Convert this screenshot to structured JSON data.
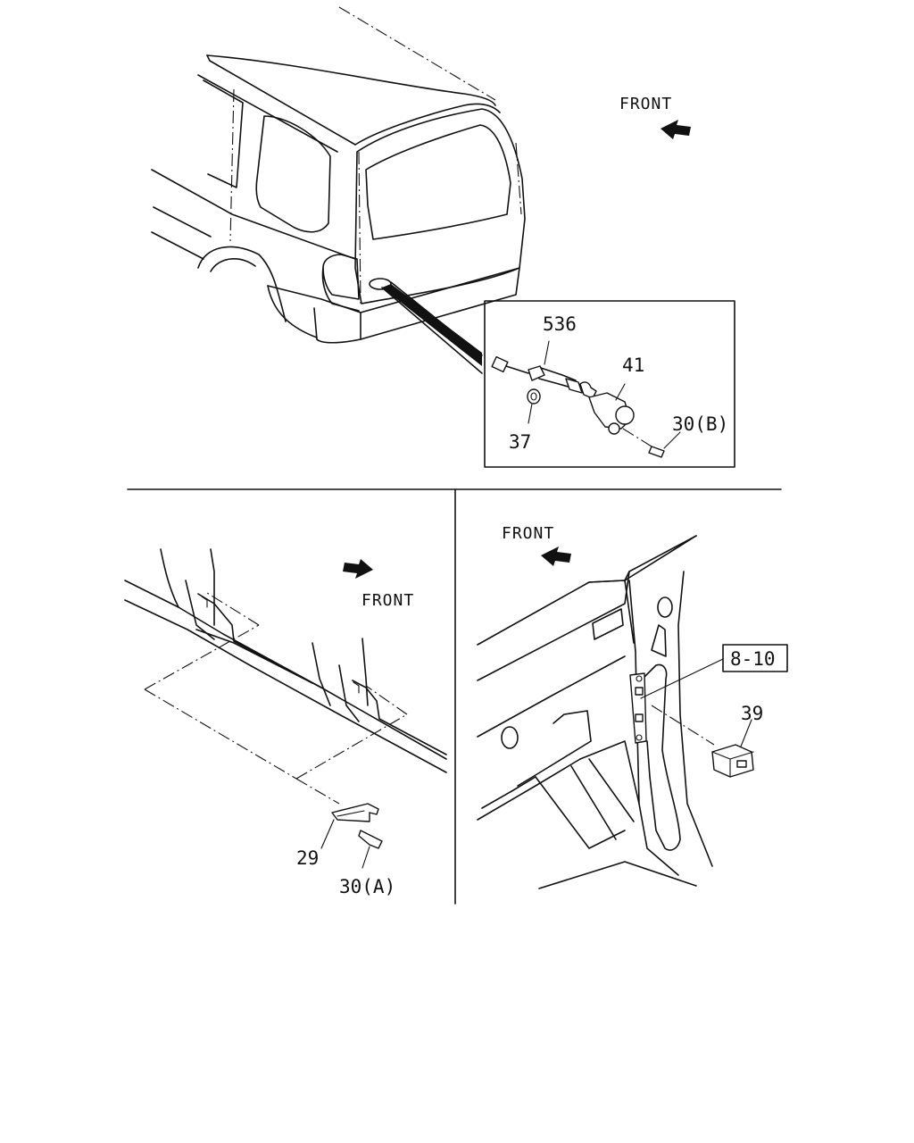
{
  "top_view": {
    "front_label": "FRONT",
    "callouts": {
      "harness": "536",
      "lamp": "41",
      "washer": "37",
      "screw_b": "30(B)"
    }
  },
  "bottom_left_view": {
    "front_label": "FRONT",
    "callouts": {
      "bracket": "29",
      "screw_a": "30(A)"
    }
  },
  "bottom_right_view": {
    "front_label": "FRONT",
    "reference_box": "8-10",
    "callouts": {
      "connector": "39"
    }
  }
}
